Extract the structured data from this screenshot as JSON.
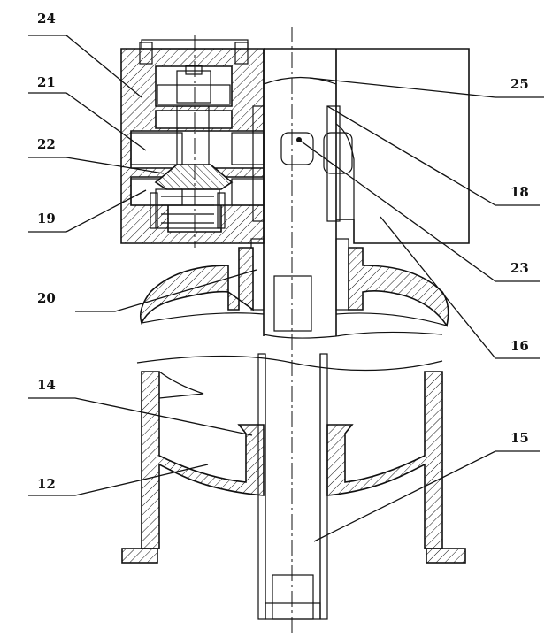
{
  "figure": {
    "labels": [
      {
        "id": "label-24",
        "text": "24"
      },
      {
        "id": "label-21",
        "text": "21"
      },
      {
        "id": "label-22",
        "text": "22"
      },
      {
        "id": "label-19",
        "text": "19"
      },
      {
        "id": "label-20",
        "text": "20"
      },
      {
        "id": "label-14",
        "text": "14"
      },
      {
        "id": "label-12",
        "text": "12"
      },
      {
        "id": "label-25",
        "text": "25"
      },
      {
        "id": "label-18",
        "text": "18"
      },
      {
        "id": "label-23",
        "text": "23"
      },
      {
        "id": "label-16",
        "text": "16"
      },
      {
        "id": "label-15",
        "text": "15"
      }
    ]
  },
  "style": {
    "line_color": "#111111",
    "background": "#ffffff"
  }
}
